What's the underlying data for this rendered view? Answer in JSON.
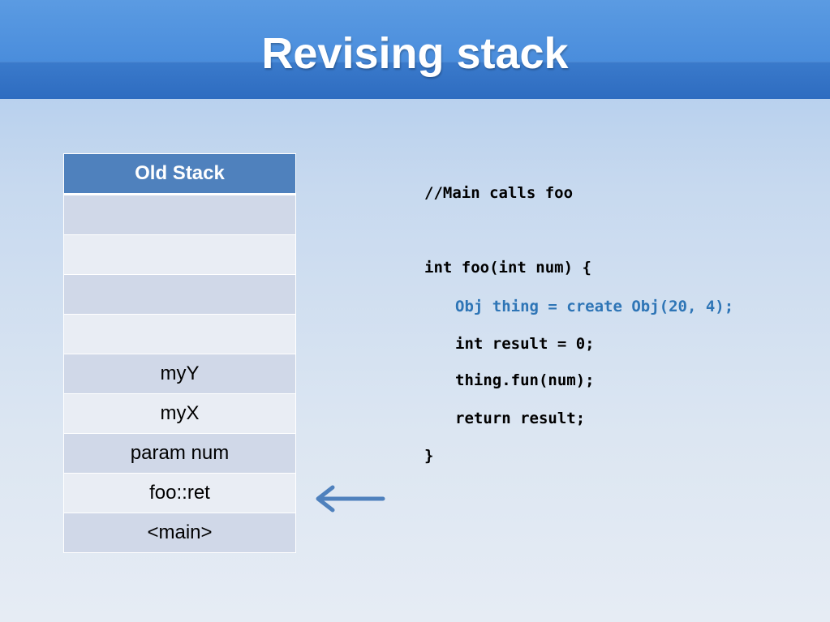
{
  "slide": {
    "title": "Revising stack"
  },
  "stack": {
    "header": "Old Stack",
    "rows": [
      "",
      "",
      "",
      "",
      "myY",
      "myX",
      "param num",
      "foo::ret",
      "<main>"
    ]
  },
  "code": {
    "comment": "//Main calls foo",
    "signature": "int foo(int num) {",
    "line_create": "Obj thing = create Obj(20, 4);",
    "line_result": "int result = 0;",
    "line_fun": "thing.fun(num);",
    "line_return": "return result;",
    "closing": "}"
  },
  "colors": {
    "header_fill": "#4f81bd",
    "row_odd": "#d0d8e8",
    "row_even": "#e9edf4",
    "highlight": "#2e75b6",
    "arrow": "#4f81bd"
  },
  "icons": {
    "pointer": "left-arrow-icon"
  }
}
